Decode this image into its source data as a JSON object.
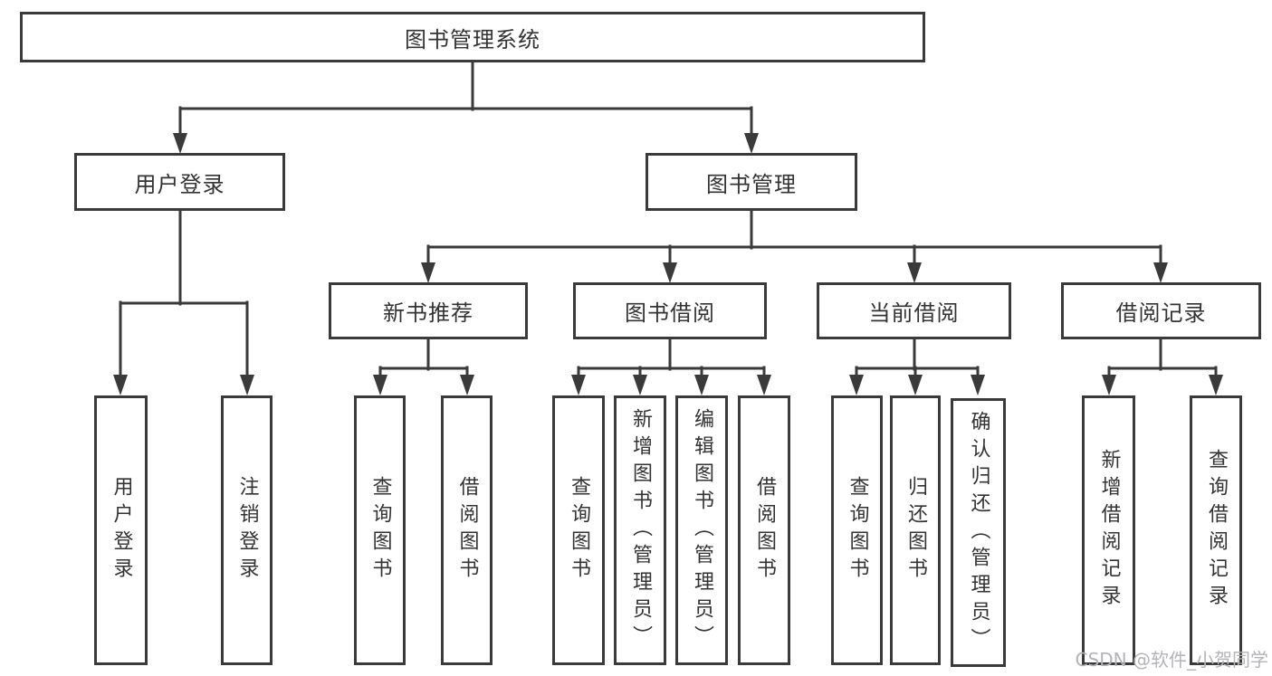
{
  "tree": {
    "root": {
      "label": "图书管理系统"
    },
    "branches": [
      {
        "label": "用户登录",
        "leaves": [
          {
            "label": "用户登录"
          },
          {
            "label": "注销登录"
          }
        ]
      },
      {
        "label": "图书管理",
        "groups": [
          {
            "label": "新书推荐",
            "leaves": [
              {
                "label": "查询图书"
              },
              {
                "label": "借阅图书"
              }
            ]
          },
          {
            "label": "图书借阅",
            "leaves": [
              {
                "label": "查询图书"
              },
              {
                "label": "新增图书（管理员）"
              },
              {
                "label": "编辑图书（管理员）"
              },
              {
                "label": "借阅图书"
              }
            ]
          },
          {
            "label": "当前借阅",
            "leaves": [
              {
                "label": "查询图书"
              },
              {
                "label": "归还图书"
              },
              {
                "label": "确认归还（管理员）"
              }
            ]
          },
          {
            "label": "借阅记录",
            "leaves": [
              {
                "label": "新增借阅记录"
              },
              {
                "label": "查询借阅记录"
              }
            ]
          }
        ]
      }
    ]
  },
  "watermark": {
    "text": "CSDN @软件_小贺同学"
  },
  "colors": {
    "line": "#3a3a3a",
    "text": "#333333",
    "watermark": "#b4b4b8",
    "background": "#ffffff"
  }
}
